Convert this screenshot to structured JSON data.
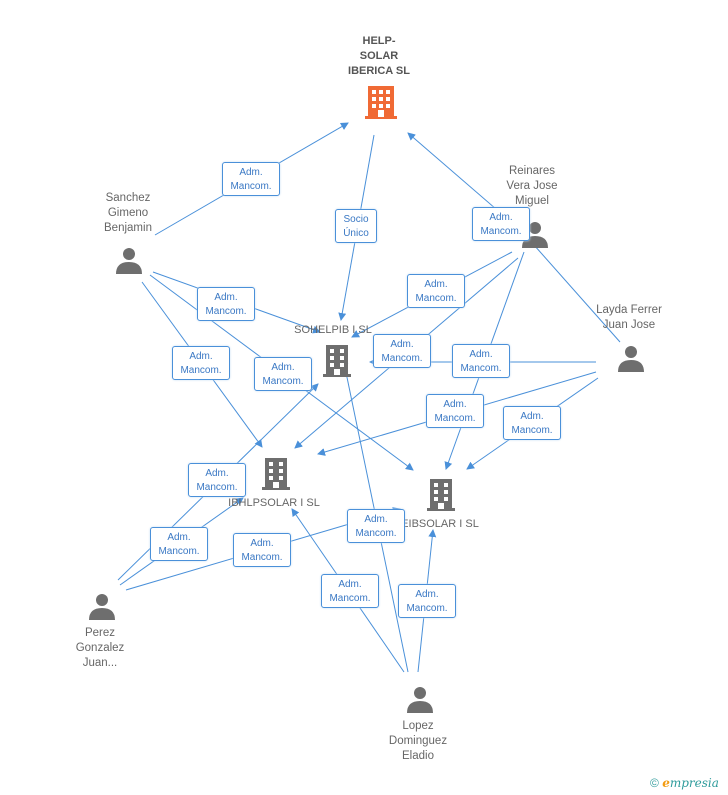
{
  "companies": {
    "main": {
      "name": "HELP-\nSOLAR\nIBERICA SL",
      "color": "#f06a35"
    },
    "sohelpib": {
      "name": "SOHELPIB I SL",
      "color": "#6e6e6e"
    },
    "ibhlpsolar": {
      "name": "IBHLPSOLAR I SL",
      "color": "#6e6e6e"
    },
    "eibsolar": {
      "name": "EIBSOLAR I SL",
      "color": "#6e6e6e"
    }
  },
  "persons": {
    "sanchez": {
      "name": "Sanchez\nGimeno\nBenjamin"
    },
    "reinares": {
      "name": "Reinares\nVera Jose\nMiguel"
    },
    "layda": {
      "name": "Layda Ferrer\nJuan Jose"
    },
    "perez": {
      "name": "Perez\nGonzalez\nJuan..."
    },
    "lopez": {
      "name": "Lopez\nDominguez\nEladio"
    }
  },
  "badges": {
    "b1": [
      "Adm.",
      "Mancom."
    ],
    "b2": [
      "Socio",
      "Único"
    ],
    "b3": [
      "Adm.",
      "Mancom."
    ],
    "b4": [
      "Adm.",
      "Mancom."
    ],
    "b5": [
      "Adm.",
      "Mancom."
    ],
    "b6": [
      "Adm.",
      "Mancom."
    ],
    "b7": [
      "Adm.",
      "Mancom."
    ],
    "b8": [
      "Adm.",
      "Mancom."
    ],
    "b9": [
      "Adm.",
      "Mancom."
    ],
    "b10": [
      "Adm.",
      "Mancom."
    ],
    "b11": [
      "Adm.",
      "Mancom."
    ],
    "b12": [
      "Adm.",
      "Mancom."
    ],
    "b13": [
      "Adm.",
      "Mancom."
    ],
    "b14": [
      "Adm.",
      "Mancom."
    ],
    "b15": [
      "Adm.",
      "Mancom."
    ],
    "b16": [
      "Adm.",
      "Mancom."
    ],
    "b17": [
      "Adm.",
      "Mancom."
    ]
  },
  "colors": {
    "edge": "#4a90d9",
    "person": "#6e6e6e"
  },
  "footer": {
    "copyright": "©",
    "brand_e": "e",
    "brand_rest": "mpresia"
  }
}
